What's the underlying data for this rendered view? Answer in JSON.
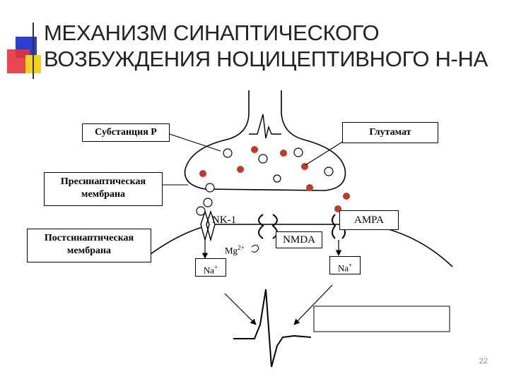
{
  "slide": {
    "title_line1": "МЕХАНИЗМ СИНАПТИЧЕСКОГО",
    "title_line2": "ВОЗБУЖДЕНИЯ НОЦИЦЕПТИВНОГО Н-НА",
    "page_number": "22"
  },
  "labels": {
    "substance_p": "Субстанция Р",
    "glutamate": "Глутамат",
    "presynaptic_line1": "Пресинаптическая",
    "presynaptic_line2": "мембрана",
    "postsynaptic_line1": "Постсинаптическая",
    "postsynaptic_line2": "мембрана"
  },
  "receptors": {
    "nk1": "NK-1",
    "nmda": "NMDA",
    "ampa": "AMPA",
    "mg_base": "Mg",
    "mg_sup": "2+",
    "na_left_base": "Na",
    "na_left_sup": "+",
    "na_right_base": "Na",
    "na_right_sup": "+"
  },
  "colors": {
    "deco_blue": "#2a3fd0",
    "deco_red": "#e8323c",
    "deco_yellow": "#f5d31c",
    "vesicle_filled": "#c0392b",
    "line": "#000000"
  }
}
